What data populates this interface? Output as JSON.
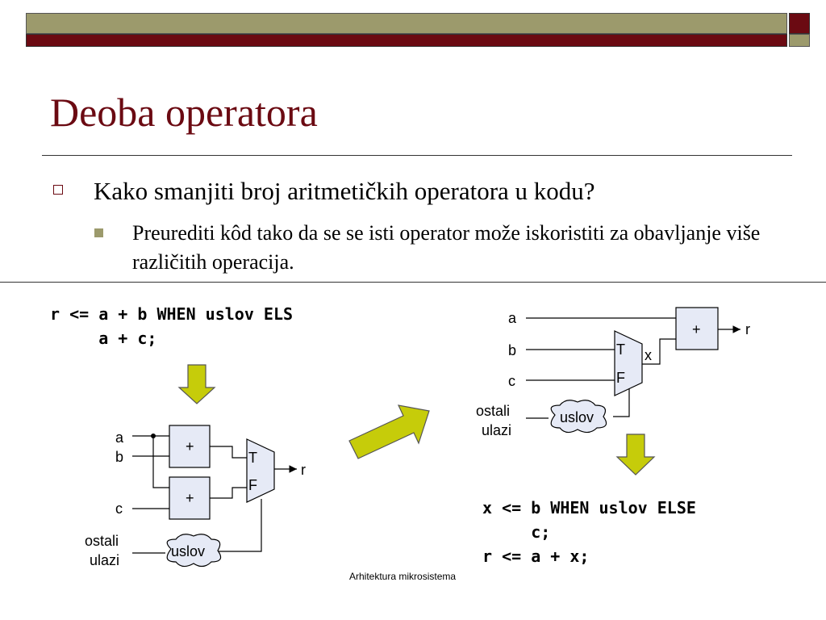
{
  "colors": {
    "maroon": "#6B0A12",
    "olive": "#9C9A6C",
    "box_fill": "#E6EAF6",
    "arrow_fill": "#C6CC0A"
  },
  "title": "Deoba operatora",
  "bullets": {
    "level1": "Kako smanjiti broj aritmetičkih operatora u kodu?",
    "level2": "Preurediti kôd tako da se se isti operator može iskoristiti za obavljanje više različitih operacija."
  },
  "code_left": "r <= a + b WHEN uslov ELS\n     a + c;",
  "code_right": "x <= b WHEN uslov ELSE\n     c;\nr <= a + x;",
  "footer": "Arhitektura mikrosistema",
  "diagram_left": {
    "inputs": [
      "a",
      "b",
      "c"
    ],
    "input_other": [
      "ostali",
      "ulazi"
    ],
    "adders": [
      "+",
      "+"
    ],
    "mux": [
      "T",
      "F"
    ],
    "output": "r",
    "cloud": "uslov"
  },
  "diagram_right": {
    "inputs": [
      "a",
      "b",
      "c"
    ],
    "input_other": [
      "ostali",
      "ulazi"
    ],
    "adder": "+",
    "mux": [
      "T",
      "F"
    ],
    "wire_label": "x",
    "output": "r",
    "cloud": "uslov"
  },
  "icons": [
    "arrow-down-icon",
    "arrow-diagonal-icon"
  ]
}
